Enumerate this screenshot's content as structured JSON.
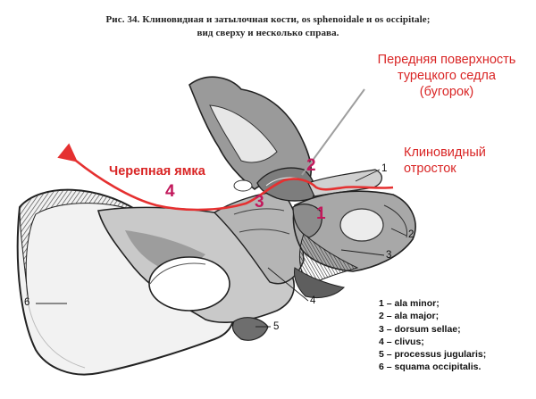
{
  "caption": {
    "line1": "Рис. 34. Клиновидная и затылочная кости, os sphenoidale и os occipitale;",
    "line2": "вид сверху и несколько справа."
  },
  "annotations": {
    "anterior_surface": [
      "Передняя поверхность",
      "турецкого седла",
      "(бугорок)"
    ],
    "clinoid_process": [
      "Клиновидный",
      "отросток"
    ],
    "cranial_fossa": "Черепная ямка"
  },
  "markers": {
    "m1": "1",
    "m2": "2",
    "m3": "3",
    "m4": "4"
  },
  "numbers": {
    "n1": "1",
    "n2": "2",
    "n3": "3",
    "n4": "4",
    "n5": "5",
    "n6": "6"
  },
  "legend": [
    "1 – ala minor;",
    "2 – ala major;",
    "3 – dorsum sellae;",
    "4 – clivus;",
    "5 – processus jugularis;",
    "6 – squama occipitalis."
  ],
  "colors": {
    "annotation": "#d92525",
    "marker": "#c2185b",
    "arrow": "#e53030",
    "pointer": "#9e9e9e"
  }
}
